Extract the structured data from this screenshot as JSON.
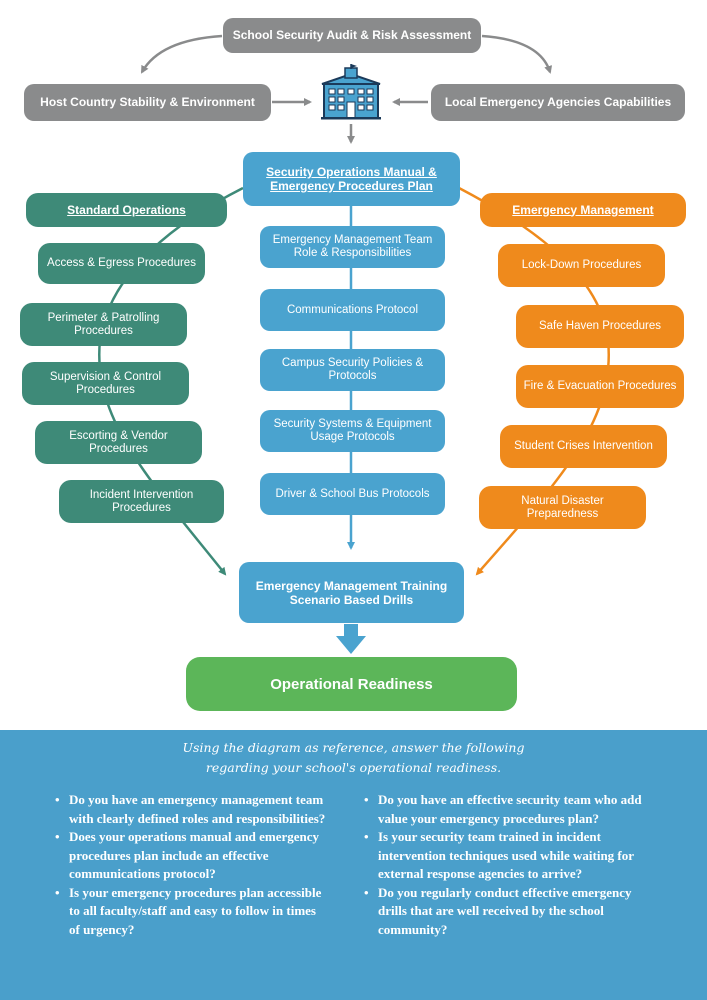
{
  "top": {
    "audit": "School Security Audit & Risk Assessment",
    "host": "Host Country Stability & Environment",
    "local": "Local Emergency Agencies Capabilities"
  },
  "center": {
    "header": "Security Operations Manual & Emergency Procedures Plan",
    "items": [
      "Emergency Management Team Role & Responsibilities",
      "Communications Protocol",
      "Campus Security Policies & Protocols",
      "Security Systems & Equipment Usage Protocols",
      "Driver & School Bus Protocols"
    ]
  },
  "left": {
    "header": "Standard Operations",
    "items": [
      "Access & Egress Procedures",
      "Perimeter & Patrolling Procedures",
      "Supervision & Control Procedures",
      "Escorting & Vendor Procedures",
      "Incident Intervention Procedures"
    ]
  },
  "right": {
    "header": "Emergency Management",
    "items": [
      "Lock-Down Procedures",
      "Safe Haven Procedures",
      "Fire & Evacuation Procedures",
      "Student Crises Intervention",
      "Natural Disaster Preparedness"
    ]
  },
  "training": "Emergency Management Training Scenario Based Drills",
  "readiness": "Operational Readiness",
  "questions": {
    "intro": "Using the diagram as reference, answer the following regarding your school's operational readiness.",
    "left": [
      "Do you have an emergency management team with clearly defined roles and responsibilities?",
      "Does your operations manual  and emergency procedures plan  include an effective communications protocol?",
      "Is your emergency procedures plan accessible to all faculty/staff and easy to follow in times of urgency?"
    ],
    "right": [
      "Do you have an effective security team who add value your emergency procedures plan?",
      "Is your security team trained in incident intervention techniques used while waiting for external response agencies to arrive?",
      "Do you regularly conduct effective emergency drills that are well received by the school community?"
    ]
  },
  "colors": {
    "gray": "#8a8b8c",
    "teal": "#3e8a78",
    "blue": "#4aa3cf",
    "orange": "#ef8a1c",
    "green": "#5cb659",
    "panel": "#4a9fcb"
  },
  "icons": {
    "building": "school-building-icon"
  }
}
